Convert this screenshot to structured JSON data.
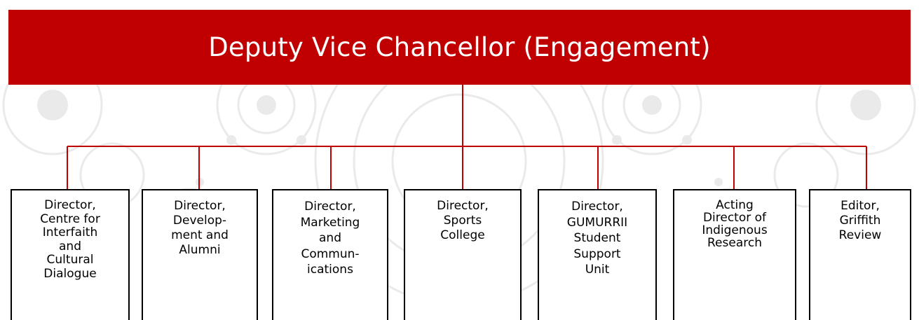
{
  "title": "Deputy Vice Chancellor (Engagement)",
  "colors": {
    "header_bg": "#c00000",
    "header_text": "#ffffff",
    "connector": "#c00000",
    "box_border": "#000000",
    "watermark": "#999999"
  },
  "positions": [
    {
      "label": "Director,\nCentre for\nInterfaith\nand\nCultural\nDialogue"
    },
    {
      "label": "Director,\nDevelop-\nment and\nAlumni"
    },
    {
      "label": "Director,\nMarketing\nand\nCommun-\nications"
    },
    {
      "label": "Director,\nSports\nCollege"
    },
    {
      "label": "Director,\nGUMURRII\nStudent\nSupport\nUnit"
    },
    {
      "label": "Acting\nDirector of\nIndigenous\nResearch"
    },
    {
      "label": "Editor,\nGriffith\nReview"
    }
  ]
}
